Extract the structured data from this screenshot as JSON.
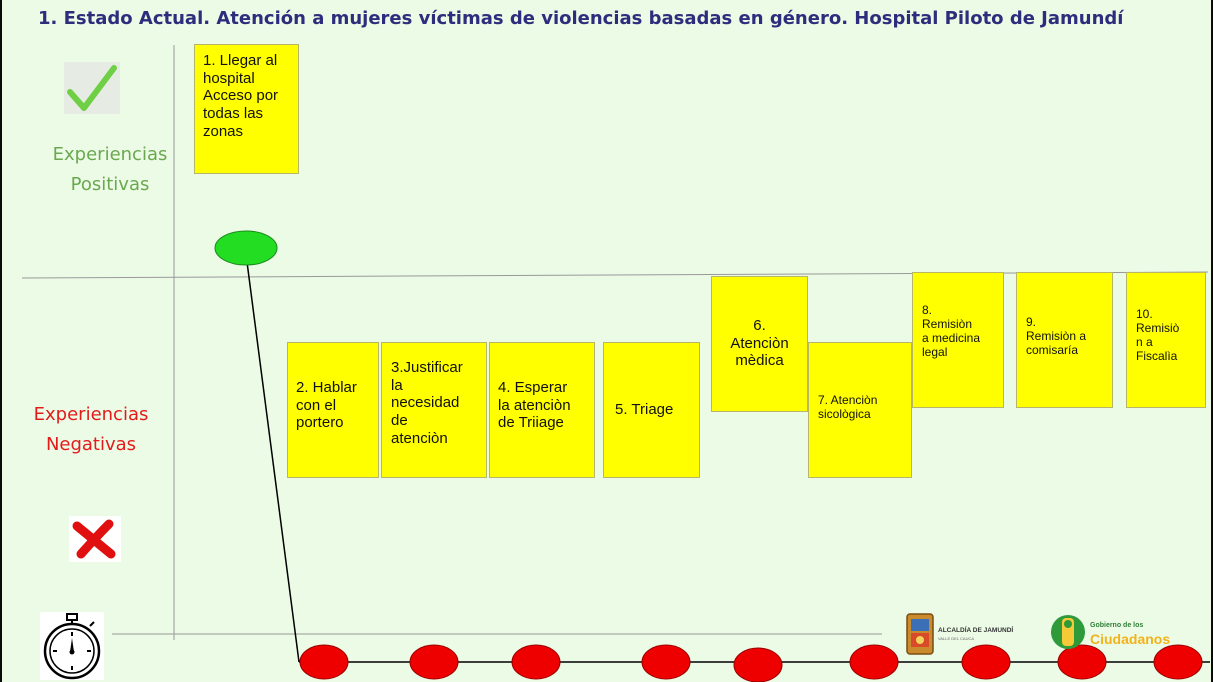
{
  "title": "1.   Estado Actual.  Atención a mujeres víctimas de violencias basadas en género.  Hospital Piloto de Jamundí",
  "positive_label": "Experiencias\nPositivas",
  "negative_label": "Experiencias\nNegativas",
  "colors": {
    "background": "#ecfbe6",
    "title": "#2e2d7d",
    "positive": "#6aa84f",
    "negative": "#e31b1b",
    "note": "#ffff00",
    "positive_marker": "#22dd22",
    "negative_marker": "#ee0000"
  },
  "icons": {
    "positive": "checkmark-icon",
    "negative": "x-mark-icon",
    "time": "stopwatch-icon"
  },
  "steps": [
    {
      "text": "1. Llegar al\nhospital\nAcceso por\ntodas las\nzonas",
      "experience": "positive"
    },
    {
      "text": "2. Hablar\ncon el\nportero",
      "experience": "negative"
    },
    {
      "text": "3.Justificar\nla\nnecesidad\nde\natenciòn",
      "experience": "negative"
    },
    {
      "text": "4. Esperar\nla atenciòn\nde Triiage",
      "experience": "negative"
    },
    {
      "text": "5.  Triage",
      "experience": "negative"
    },
    {
      "text": "6.\nAtenciòn\nmèdica",
      "experience": "negative"
    },
    {
      "text": "7. Atenciòn\nsicològica",
      "experience": "negative"
    },
    {
      "text": "8.\nRemisiòn\na medicina\nlegal",
      "experience": "negative"
    },
    {
      "text": "9.\nRemisiòn a\ncomisaría",
      "experience": "negative"
    },
    {
      "text": "10.\nRemisiò\nn a\nFiscalìa",
      "experience": "negative"
    }
  ],
  "logos": {
    "alcaldia_title": "ALCALDÍA DE JAMUNDÍ",
    "alcaldia_sub": "VALLE DEL CAUCA",
    "gobierno_small": "Gobierno de los",
    "gobierno_big": "Ciudadanos"
  }
}
